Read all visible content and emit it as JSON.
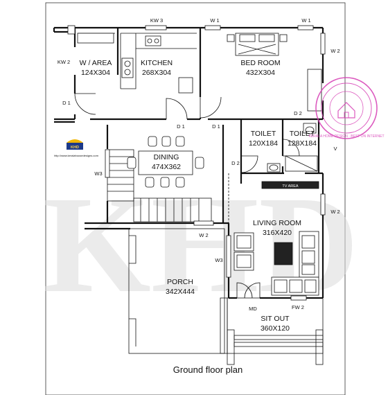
{
  "plan": {
    "watermark_text": "KHD",
    "caption": "Ground floor plan",
    "rooms": [
      {
        "name": "W / AREA",
        "size": "124X304"
      },
      {
        "name": "KITCHEN",
        "size": "268X304"
      },
      {
        "name": "BED ROOM",
        "size": "432X304"
      },
      {
        "name": "TOILET",
        "size": "120X184"
      },
      {
        "name": "TOILET",
        "size": "128X184"
      },
      {
        "name": "DINING",
        "size": "474X362"
      },
      {
        "name": "LIVING ROOM",
        "size": "316X420"
      },
      {
        "name": "PORCH",
        "size": "342X444"
      },
      {
        "name": "SIT OUT",
        "size": "360X120"
      }
    ],
    "tags": {
      "kw3": "KW 3",
      "w1_a": "W 1",
      "w1_b": "W 1",
      "kw2": "KW 2",
      "w2_a": "W 2",
      "d1_a": "D 1",
      "d1_b": "D 1",
      "d1_c": "D 1",
      "d2_a": "D 2",
      "d2_b": "D 2",
      "v": "V",
      "w3_a": "W3",
      "w2_b": "W 2",
      "w2_c": "W 2",
      "w3_b": "W3",
      "md": "MD",
      "fw2": "FW 2",
      "tv_area": "TV AREA"
    },
    "logo": {
      "text": "KHD",
      "url_text": "http://www.keralahousedesigns.com"
    },
    "stamp": {
      "text": "KERALA HOME DESIGN · BEST ON INTERNET"
    }
  }
}
